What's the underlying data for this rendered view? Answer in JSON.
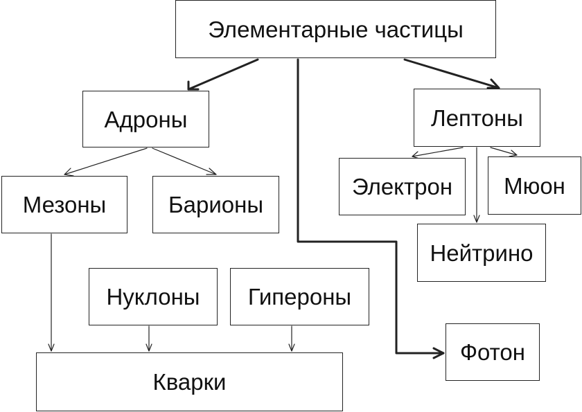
{
  "diagram": {
    "nodes": {
      "root": "Элементарные частицы",
      "hadrons": "Адроны",
      "leptons": "Лептоны",
      "mesons": "Мезоны",
      "baryons": "Барионы",
      "electron": "Электрон",
      "muon": "Мюон",
      "neutrino": "Нейтрино",
      "nucleons": "Нуклоны",
      "hyperons": "Гипероны",
      "quarks": "Кварки",
      "photon": "Фотон"
    },
    "edges": [
      {
        "from": "root",
        "to": "hadrons",
        "style": "bold-arrow"
      },
      {
        "from": "root",
        "to": "leptons",
        "style": "bold-arrow"
      },
      {
        "from": "root",
        "to": "photon",
        "style": "bold-arrow"
      },
      {
        "from": "hadrons",
        "to": "mesons",
        "style": "thin-arrow"
      },
      {
        "from": "hadrons",
        "to": "baryons",
        "style": "thin-arrow"
      },
      {
        "from": "leptons",
        "to": "electron",
        "style": "thin-arrow"
      },
      {
        "from": "leptons",
        "to": "muon",
        "style": "thin-arrow"
      },
      {
        "from": "leptons",
        "to": "neutrino",
        "style": "thin-arrow"
      },
      {
        "from": "mesons",
        "to": "quarks",
        "style": "thin-arrow"
      },
      {
        "from": "nucleons",
        "to": "quarks",
        "style": "thin-arrow"
      },
      {
        "from": "hyperons",
        "to": "quarks",
        "style": "thin-arrow"
      }
    ],
    "colors": {
      "line": "#222222",
      "text": "#111111",
      "background": "#ffffff"
    }
  }
}
